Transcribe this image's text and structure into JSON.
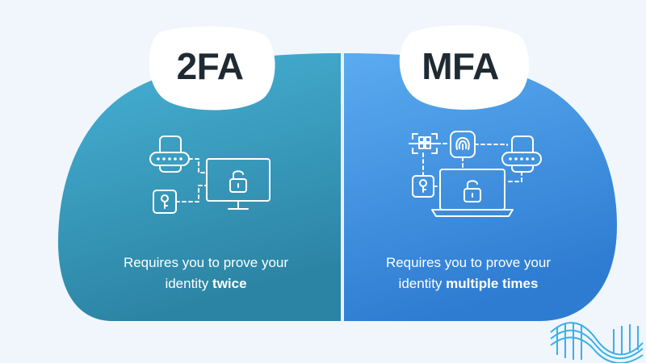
{
  "left_panel": {
    "title": "2FA",
    "caption_line1": "Requires you to prove your",
    "caption_line2_prefix": "identity ",
    "caption_line2_emphasis": "twice",
    "color_top": "#43aed3",
    "color_bottom": "#2d86a6"
  },
  "right_panel": {
    "title": "MFA",
    "caption_line1": "Requires you to prove your",
    "caption_line2_prefix": "identity ",
    "caption_line2_emphasis": "multiple times",
    "color_top": "#58aaf0",
    "color_bottom": "#2f7fd4"
  },
  "icons": {
    "left": [
      "phone-password-icon",
      "key-icon",
      "monitor-lock-icon"
    ],
    "right": [
      "face-scan-icon",
      "fingerprint-icon",
      "phone-password-icon",
      "key-icon",
      "laptop-lock-icon"
    ],
    "corner": "logo-ribbon-icon"
  },
  "colors": {
    "background": "#f0f6fc",
    "title_text": "#1f2a33",
    "caption_text": "#ffffff",
    "divider": "#eaf3fb",
    "logo": "#3ab0ea"
  }
}
